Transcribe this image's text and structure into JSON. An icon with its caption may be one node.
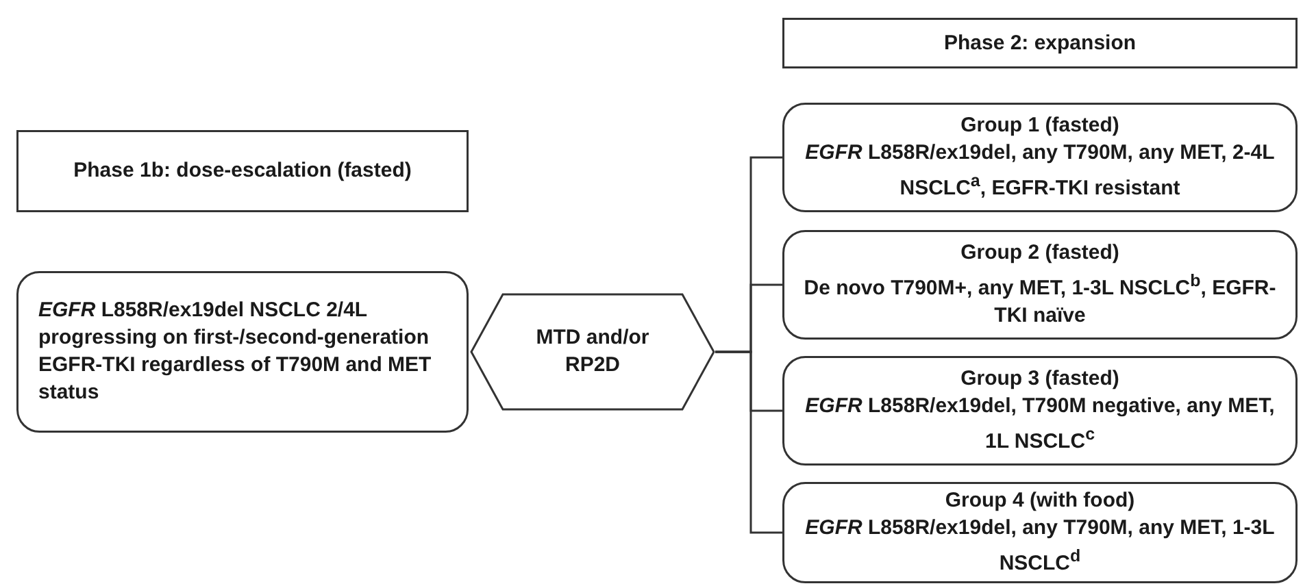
{
  "diagram": {
    "nodes": [
      {
        "text": [
          "Phase 1b: dose-escalation (fasted)"
        ]
      },
      {
        "text": [
          "*EGFR* L858R/ex19del NSCLC 2/4L progressing on first-/second-generation EGFR-TKI regardless of T790M and MET status"
        ]
      },
      {
        "text": [
          "MTD and/or RP2D"
        ]
      },
      {
        "text": [
          "Phase 2: expansion"
        ]
      },
      {
        "text": [
          "Group 1 (fasted)",
          "*EGFR* L858R/ex19del, any T790M, any MET, 2-4L NSCLC$^{a}$, EGFR-TKI resistant"
        ]
      },
      {
        "text": [
          "Group 2 (fasted)",
          "De novo T790M+, any MET, 1-3L NSCLC$^{b}$, EGFR-TKI naïve"
        ]
      },
      {
        "text": [
          "Group 3 (fasted)",
          "*EGFR* L858R/ex19del, T790M negative, any MET, 1L NSCLC$^{c}$"
        ]
      },
      {
        "text": [
          "Group 4 (with food)",
          "*EGFR* L858R/ex19del, any T790M, any MET, 1-3L NSCLC$^{d}$"
        ]
      }
    ],
    "edges": [
      {
        "from": 2,
        "to": 4,
        "arrow": "none"
      },
      {
        "from": 2,
        "to": 5,
        "arrow": "none"
      },
      {
        "from": 2,
        "to": 6,
        "arrow": "none"
      },
      {
        "from": 2,
        "to": 7,
        "arrow": "none"
      }
    ]
  }
}
